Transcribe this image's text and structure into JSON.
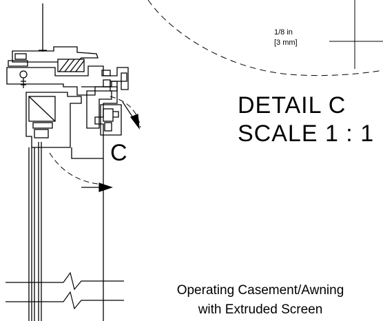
{
  "detail": {
    "title": "DETAIL  C",
    "scale": "SCALE 1 : 1"
  },
  "section_callout": {
    "letter": "C"
  },
  "dimension": {
    "imperial": "1/8 in",
    "metric": "[3 mm]"
  },
  "caption": {
    "line1": "Operating Casement/Awning",
    "line2": "with Extruded Screen"
  }
}
